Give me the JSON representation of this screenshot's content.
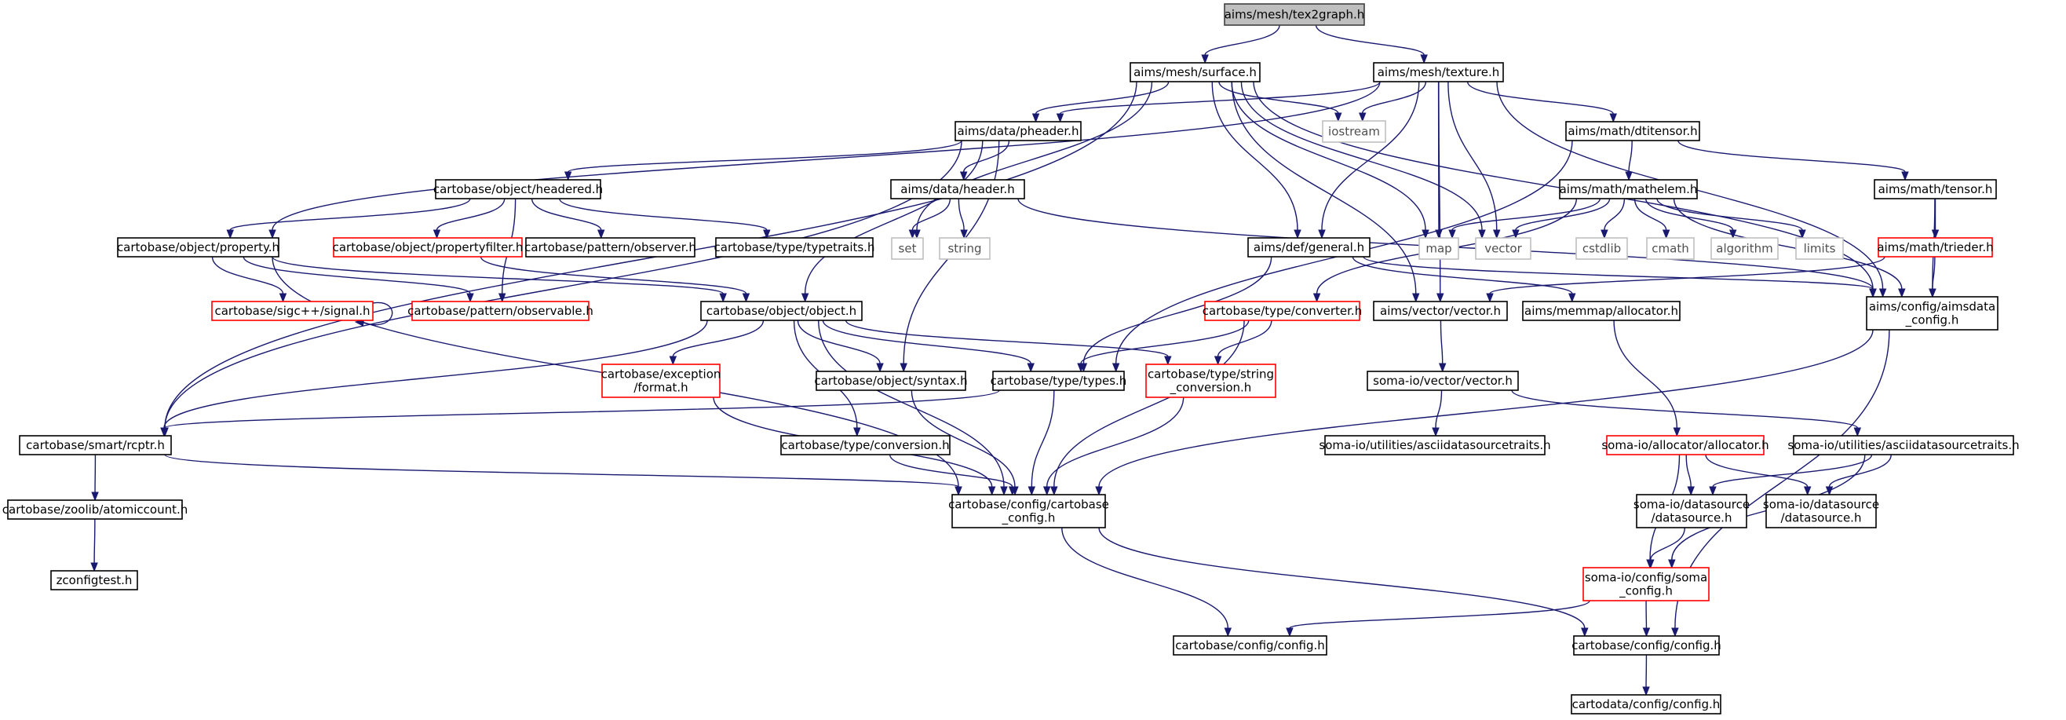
{
  "graph": {
    "colors": {
      "edge": "#191970",
      "root_fill": "#bfbfbf",
      "root_border": "#404040",
      "normal_border": "#000000",
      "incomplete_border": "#ff0000",
      "system_border": "#bfbfbf",
      "system_text": "#505050"
    },
    "nodes": [
      {
        "id": "tex2graph",
        "lines": [
          "aims/mesh/tex2graph.h"
        ],
        "kind": "root"
      },
      {
        "id": "surface",
        "lines": [
          "aims/mesh/surface.h"
        ],
        "kind": "normal"
      },
      {
        "id": "texture",
        "lines": [
          "aims/mesh/texture.h"
        ],
        "kind": "normal"
      },
      {
        "id": "iostream",
        "lines": [
          "iostream"
        ],
        "kind": "system"
      },
      {
        "id": "pheader",
        "lines": [
          "aims/data/pheader.h"
        ],
        "kind": "normal"
      },
      {
        "id": "dtitensor",
        "lines": [
          "aims/math/dtitensor.h"
        ],
        "kind": "normal"
      },
      {
        "id": "headered",
        "lines": [
          "cartobase/object/headered.h"
        ],
        "kind": "normal"
      },
      {
        "id": "dataheader",
        "lines": [
          "aims/data/header.h"
        ],
        "kind": "normal"
      },
      {
        "id": "mathelem",
        "lines": [
          "aims/math/mathelem.h"
        ],
        "kind": "normal"
      },
      {
        "id": "tensor",
        "lines": [
          "aims/math/tensor.h"
        ],
        "kind": "normal"
      },
      {
        "id": "property",
        "lines": [
          "cartobase/object/property.h"
        ],
        "kind": "normal"
      },
      {
        "id": "propertyfilter",
        "lines": [
          "cartobase/object/propertyfilter.h"
        ],
        "kind": "incomplete"
      },
      {
        "id": "observer",
        "lines": [
          "cartobase/pattern/observer.h"
        ],
        "kind": "normal"
      },
      {
        "id": "typetraits",
        "lines": [
          "cartobase/type/typetraits.h"
        ],
        "kind": "normal"
      },
      {
        "id": "set",
        "lines": [
          "set"
        ],
        "kind": "system"
      },
      {
        "id": "string",
        "lines": [
          "string"
        ],
        "kind": "system"
      },
      {
        "id": "general",
        "lines": [
          "aims/def/general.h"
        ],
        "kind": "normal"
      },
      {
        "id": "map",
        "lines": [
          "map"
        ],
        "kind": "system"
      },
      {
        "id": "vector",
        "lines": [
          "vector"
        ],
        "kind": "system"
      },
      {
        "id": "cstdlib",
        "lines": [
          "cstdlib"
        ],
        "kind": "system"
      },
      {
        "id": "cmath",
        "lines": [
          "cmath"
        ],
        "kind": "system"
      },
      {
        "id": "algorithm",
        "lines": [
          "algorithm"
        ],
        "kind": "system"
      },
      {
        "id": "limits",
        "lines": [
          "limits"
        ],
        "kind": "system"
      },
      {
        "id": "trieder",
        "lines": [
          "aims/math/trieder.h"
        ],
        "kind": "incomplete"
      },
      {
        "id": "signal",
        "lines": [
          "cartobase/sigc++/signal.h"
        ],
        "kind": "incomplete"
      },
      {
        "id": "observable",
        "lines": [
          "cartobase/pattern/observable.h"
        ],
        "kind": "incomplete"
      },
      {
        "id": "object",
        "lines": [
          "cartobase/object/object.h"
        ],
        "kind": "normal"
      },
      {
        "id": "converter",
        "lines": [
          "cartobase/type/converter.h"
        ],
        "kind": "incomplete"
      },
      {
        "id": "aimsvector",
        "lines": [
          "aims/vector/vector.h"
        ],
        "kind": "normal"
      },
      {
        "id": "allocator",
        "lines": [
          "aims/memmap/allocator.h"
        ],
        "kind": "normal"
      },
      {
        "id": "aimsdataconfig",
        "lines": [
          "aims/config/aimsdata",
          "_config.h"
        ],
        "kind": "normal"
      },
      {
        "id": "format",
        "lines": [
          "cartobase/exception",
          "/format.h"
        ],
        "kind": "incomplete"
      },
      {
        "id": "syntax",
        "lines": [
          "cartobase/object/syntax.h"
        ],
        "kind": "normal"
      },
      {
        "id": "types",
        "lines": [
          "cartobase/type/types.h"
        ],
        "kind": "normal"
      },
      {
        "id": "strconv",
        "lines": [
          "cartobase/type/string",
          "_conversion.h"
        ],
        "kind": "incomplete"
      },
      {
        "id": "somavector",
        "lines": [
          "soma-io/vector/vector.h"
        ],
        "kind": "normal"
      },
      {
        "id": "rcptr",
        "lines": [
          "cartobase/smart/rcptr.h"
        ],
        "kind": "normal"
      },
      {
        "id": "conversion",
        "lines": [
          "cartobase/type/conversion.h"
        ],
        "kind": "normal"
      },
      {
        "id": "adst1",
        "lines": [
          "soma-io/utilities/asciidatasourcetraits.h"
        ],
        "kind": "normal"
      },
      {
        "id": "somaalloc",
        "lines": [
          "soma-io/allocator/allocator.h"
        ],
        "kind": "incomplete"
      },
      {
        "id": "adst2",
        "lines": [
          "soma-io/utilities/asciidatasourcetraits.h"
        ],
        "kind": "normal"
      },
      {
        "id": "atomic",
        "lines": [
          "cartobase/zoolib/atomiccount.h"
        ],
        "kind": "normal"
      },
      {
        "id": "cbconfig",
        "lines": [
          "cartobase/config/cartobase",
          "_config.h"
        ],
        "kind": "normal"
      },
      {
        "id": "ds1",
        "lines": [
          "soma-io/datasource",
          "/datasource.h"
        ],
        "kind": "normal"
      },
      {
        "id": "ds2",
        "lines": [
          "soma-io/datasource",
          "/datasource.h"
        ],
        "kind": "normal"
      },
      {
        "id": "zconfigtest",
        "lines": [
          "zconfigtest.h"
        ],
        "kind": "normal"
      },
      {
        "id": "somaconfig",
        "lines": [
          "soma-io/config/soma",
          "_config.h"
        ],
        "kind": "incomplete"
      },
      {
        "id": "config1",
        "lines": [
          "cartobase/config/config.h"
        ],
        "kind": "normal"
      },
      {
        "id": "config2",
        "lines": [
          "cartobase/config/config.h"
        ],
        "kind": "normal"
      },
      {
        "id": "cartodata",
        "lines": [
          "cartodata/config/config.h"
        ],
        "kind": "normal"
      }
    ],
    "edges": [
      [
        "tex2graph",
        "surface"
      ],
      [
        "tex2graph",
        "texture"
      ],
      [
        "surface",
        "iostream"
      ],
      [
        "surface",
        "pheader"
      ],
      [
        "surface",
        "general"
      ],
      [
        "surface",
        "set"
      ],
      [
        "surface",
        "map"
      ],
      [
        "surface",
        "vector"
      ],
      [
        "surface",
        "aimsvector"
      ],
      [
        "surface",
        "rcptr"
      ],
      [
        "surface",
        "aimsdataconfig"
      ],
      [
        "texture",
        "iostream"
      ],
      [
        "texture",
        "pheader"
      ],
      [
        "texture",
        "dtitensor"
      ],
      [
        "texture",
        "general"
      ],
      [
        "texture",
        "map"
      ],
      [
        "texture",
        "vector"
      ],
      [
        "texture",
        "aimsvector"
      ],
      [
        "texture",
        "property"
      ],
      [
        "texture",
        "aimsdataconfig"
      ],
      [
        "pheader",
        "headered"
      ],
      [
        "pheader",
        "dataheader"
      ],
      [
        "pheader",
        "object"
      ],
      [
        "pheader",
        "syntax"
      ],
      [
        "pheader",
        "rcptr"
      ],
      [
        "dtitensor",
        "mathelem"
      ],
      [
        "dtitensor",
        "tensor"
      ],
      [
        "dtitensor",
        "types"
      ],
      [
        "headered",
        "property"
      ],
      [
        "headered",
        "propertyfilter"
      ],
      [
        "headered",
        "observer"
      ],
      [
        "headered",
        "typetraits"
      ],
      [
        "headered",
        "observable"
      ],
      [
        "dataheader",
        "set"
      ],
      [
        "dataheader",
        "string"
      ],
      [
        "dataheader",
        "aimsdataconfig"
      ],
      [
        "mathelem",
        "map"
      ],
      [
        "mathelem",
        "vector"
      ],
      [
        "mathelem",
        "cstdlib"
      ],
      [
        "mathelem",
        "cmath"
      ],
      [
        "mathelem",
        "algorithm"
      ],
      [
        "mathelem",
        "limits"
      ],
      [
        "mathelem",
        "converter"
      ],
      [
        "mathelem",
        "aimsdataconfig"
      ],
      [
        "tensor",
        "trieder"
      ],
      [
        "tensor",
        "aimsdataconfig"
      ],
      [
        "trieder",
        "aimsvector"
      ],
      [
        "trieder",
        "aimsdataconfig"
      ],
      [
        "property",
        "signal"
      ],
      [
        "property",
        "observable"
      ],
      [
        "property",
        "object"
      ],
      [
        "property",
        "cbconfig"
      ],
      [
        "propertyfilter",
        "object"
      ],
      [
        "signal",
        "signal"
      ],
      [
        "general",
        "allocator"
      ],
      [
        "general",
        "types"
      ],
      [
        "general",
        "aimsdataconfig"
      ],
      [
        "object",
        "format"
      ],
      [
        "object",
        "syntax"
      ],
      [
        "object",
        "types"
      ],
      [
        "object",
        "strconv"
      ],
      [
        "object",
        "rcptr"
      ],
      [
        "object",
        "conversion"
      ],
      [
        "object",
        "cbconfig"
      ],
      [
        "converter",
        "types"
      ],
      [
        "converter",
        "strconv"
      ],
      [
        "converter",
        "cbconfig"
      ],
      [
        "aimsvector",
        "somavector"
      ],
      [
        "allocator",
        "somaalloc"
      ],
      [
        "aimsdataconfig",
        "cbconfig"
      ],
      [
        "aimsdataconfig",
        "config2"
      ],
      [
        "format",
        "cbconfig"
      ],
      [
        "syntax",
        "cbconfig"
      ],
      [
        "types",
        "cbconfig"
      ],
      [
        "types",
        "rcptr"
      ],
      [
        "strconv",
        "cbconfig"
      ],
      [
        "somavector",
        "adst1"
      ],
      [
        "somavector",
        "adst2"
      ],
      [
        "rcptr",
        "atomic"
      ],
      [
        "rcptr",
        "cbconfig"
      ],
      [
        "conversion",
        "cbconfig"
      ],
      [
        "somaalloc",
        "ds1"
      ],
      [
        "somaalloc",
        "ds2"
      ],
      [
        "somaalloc",
        "somaconfig"
      ],
      [
        "adst2",
        "ds1"
      ],
      [
        "adst2",
        "ds2"
      ],
      [
        "adst2",
        "somaconfig"
      ],
      [
        "atomic",
        "zconfigtest"
      ],
      [
        "cbconfig",
        "config1"
      ],
      [
        "cbconfig",
        "config2"
      ],
      [
        "ds1",
        "somaconfig"
      ],
      [
        "somaconfig",
        "config1"
      ],
      [
        "somaconfig",
        "config2"
      ],
      [
        "config2",
        "cartodata"
      ]
    ]
  }
}
